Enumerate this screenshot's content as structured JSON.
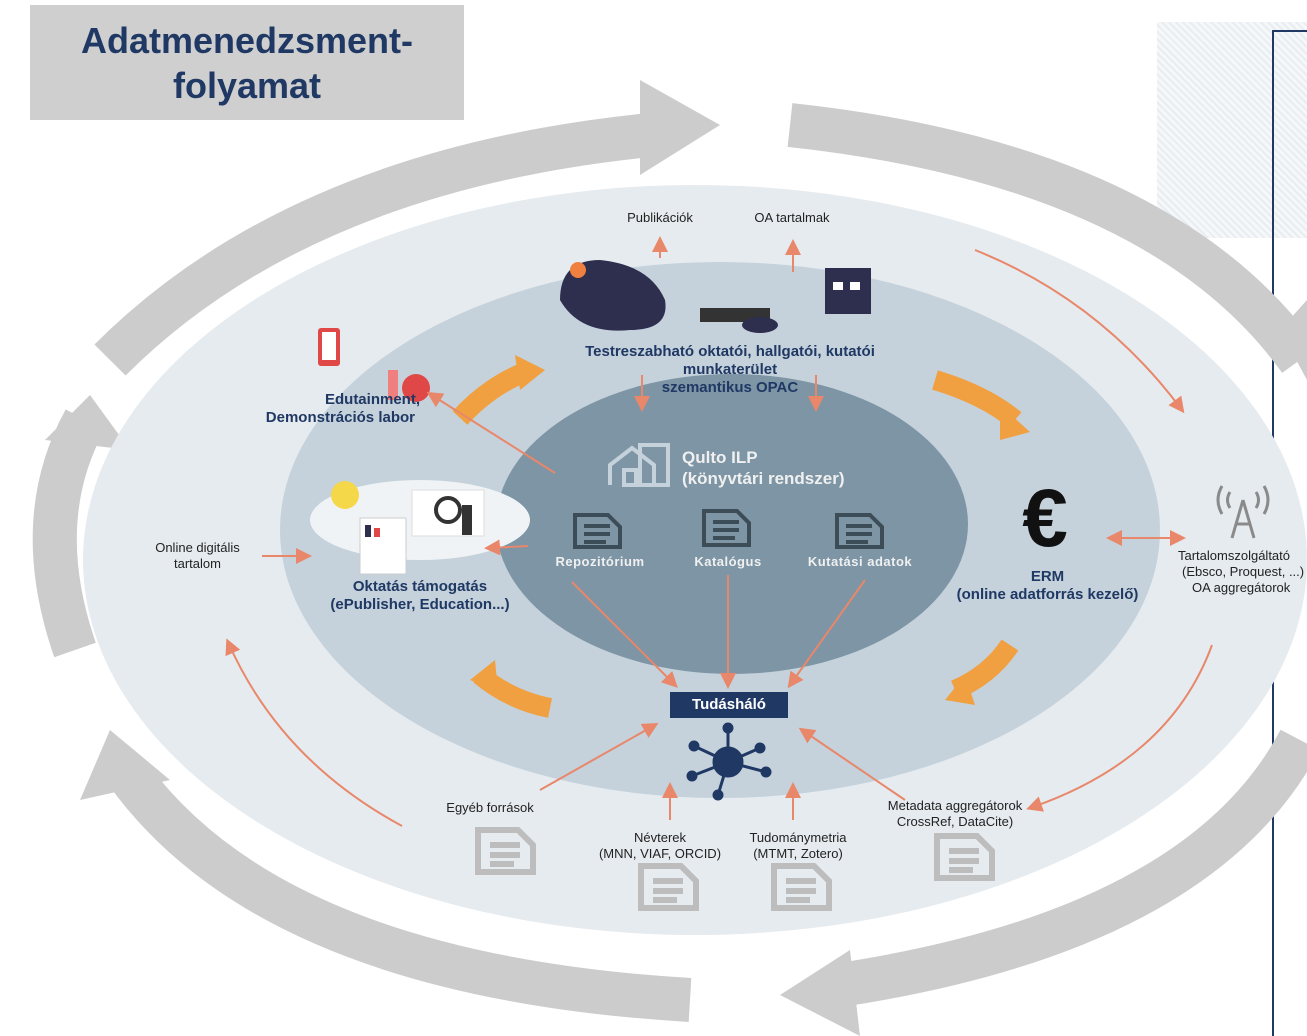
{
  "title": "Adatmenedzsment-\nfolyamat",
  "top_outputs": {
    "left": "Publikációk",
    "right": "OA tartalmak"
  },
  "workspace": {
    "line1": "Testreszabható oktatói, hallgatói, kutatói",
    "line2": "munkaterület",
    "line3": "szemantikus OPAC"
  },
  "edutainment": {
    "line1": "Edutainment,",
    "line2": "Demonstrációs labor"
  },
  "core": {
    "title_line1": "Qulto ILP",
    "title_line2": "(könyvtári rendszer)",
    "items": [
      "Repozitórium",
      "Katalógus",
      "Kutatási adatok"
    ]
  },
  "education": {
    "line1": "Oktatás támogatás",
    "line2": "(ePublisher, Education...)"
  },
  "online_content": {
    "line1": "Online digitális",
    "line2": "tartalom"
  },
  "erm": {
    "symbol": "€",
    "line1": "ERM",
    "line2": "(online adatforrás kezelő)"
  },
  "providers": {
    "line1": "Tartalomszolgáltató",
    "line2": "(Ebsco, Proquest, ...)",
    "line3": "OA aggregátorok"
  },
  "knowledge_net": "Tudásháló",
  "sources": {
    "other": "Egyéb források",
    "names_line1": "Névterek",
    "names_line2": "(MNN, VIAF, ORCID)",
    "sciento_line1": "Tudománymetria",
    "sciento_line2": "(MTMT, Zotero)",
    "meta_line1": "Metadata aggregátorok",
    "meta_line2": "CrossRef, DataCite)"
  },
  "colors": {
    "navy": "#1f3864",
    "arrow": "#e8876a",
    "orange": "#f0a040",
    "core": "#7d95a5",
    "mid": "#c5d2db",
    "outer": "#e6ebef",
    "cycle": "#cccccc"
  }
}
